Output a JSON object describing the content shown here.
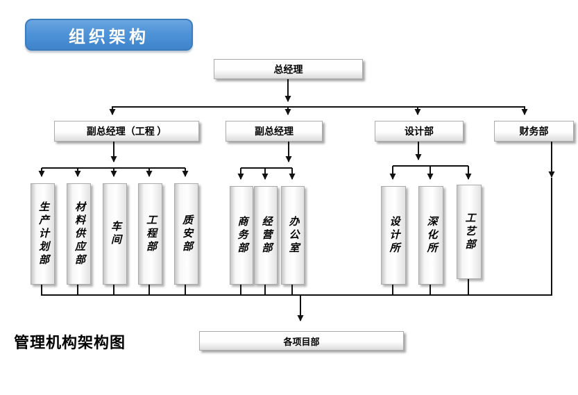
{
  "title_badge": {
    "label": "组织架构"
  },
  "footer_label": "管理机构架构图",
  "colors": {
    "badge_blue": "#4f93d8",
    "connector": "#111111",
    "box_border": "#aaaaaa"
  },
  "org": {
    "root": "总经理",
    "managers": [
      {
        "label": "副总经理（工程 ）",
        "children": [
          "生产计划部",
          "材料供应部",
          "车间",
          "工程部",
          "质安部"
        ]
      },
      {
        "label": "副总经理",
        "children": [
          "商务部",
          "经营部",
          "办公室"
        ]
      },
      {
        "label": "设计部",
        "children": [
          "设计所",
          "深化所",
          "工艺部"
        ]
      },
      {
        "label": "财务部",
        "children": []
      }
    ],
    "bottom": "各项目部"
  }
}
